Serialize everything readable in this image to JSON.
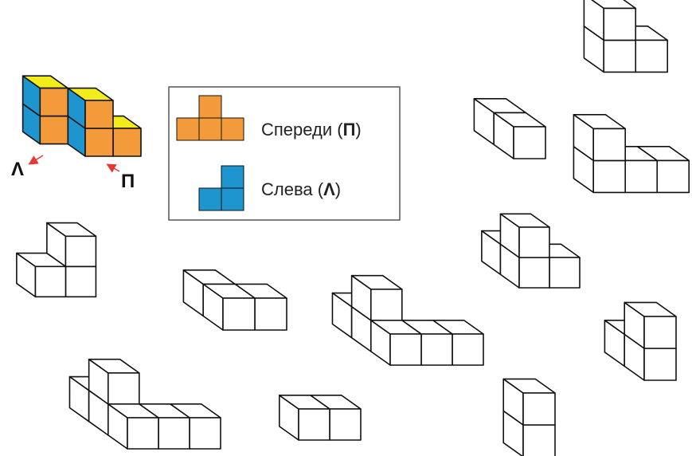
{
  "legend": {
    "front_label": "Спереди",
    "front_letter": "П",
    "left_label": "Слева",
    "left_letter": "Λ"
  },
  "example": {
    "left_marker": "Λ",
    "front_marker": "П"
  },
  "colors": {
    "front_face": "#f39a3a",
    "side_face": "#1e95cf",
    "top_face": "#f2ec1c",
    "outline": "#111111",
    "arrow": "#e53935",
    "legend_border": "#555555"
  }
}
